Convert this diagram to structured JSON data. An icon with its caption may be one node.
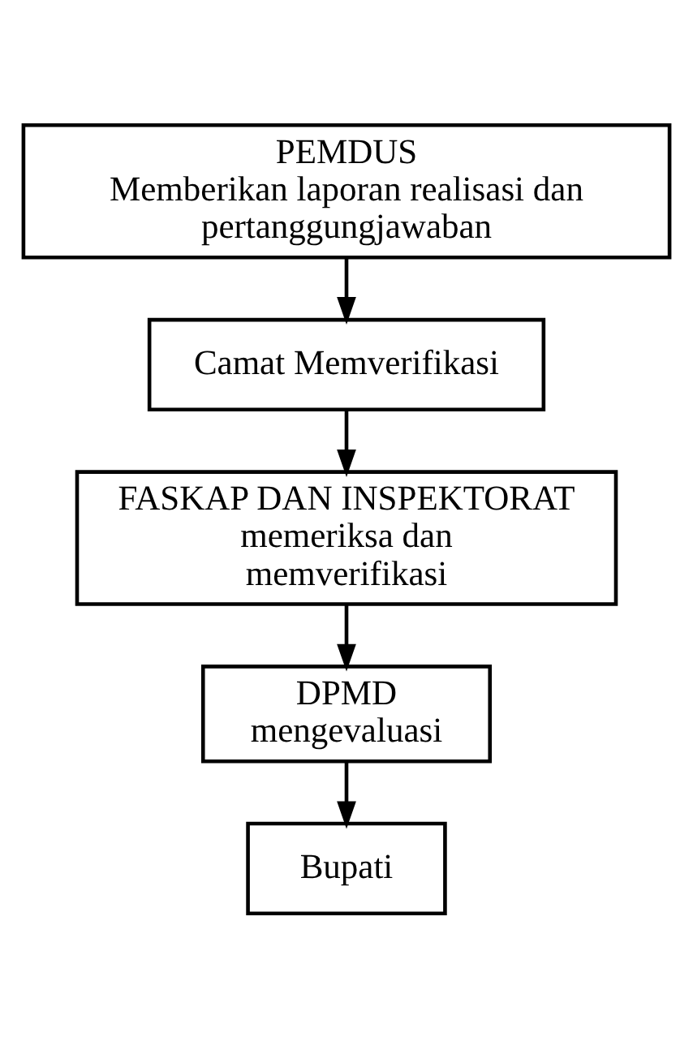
{
  "diagram": {
    "nodes": [
      {
        "text": [
          "PEMDUS",
          "Memberikan laporan realisasi dan pertanggungjawaban"
        ]
      },
      {
        "text": [
          "Camat Memverifikasi"
        ]
      },
      {
        "text": [
          "FASKAP DAN INSPEKTORAT memeriksa dan memverifikasi"
        ]
      },
      {
        "text": [
          "DPMD mengevaluasi"
        ]
      },
      {
        "text": [
          "Bupati"
        ]
      }
    ],
    "edges": [
      {
        "from": 0,
        "to": 1,
        "arrow": "to"
      },
      {
        "from": 1,
        "to": 2,
        "arrow": "to"
      },
      {
        "from": 2,
        "to": 3,
        "arrow": "to"
      },
      {
        "from": 3,
        "to": 4,
        "arrow": "to"
      }
    ]
  }
}
